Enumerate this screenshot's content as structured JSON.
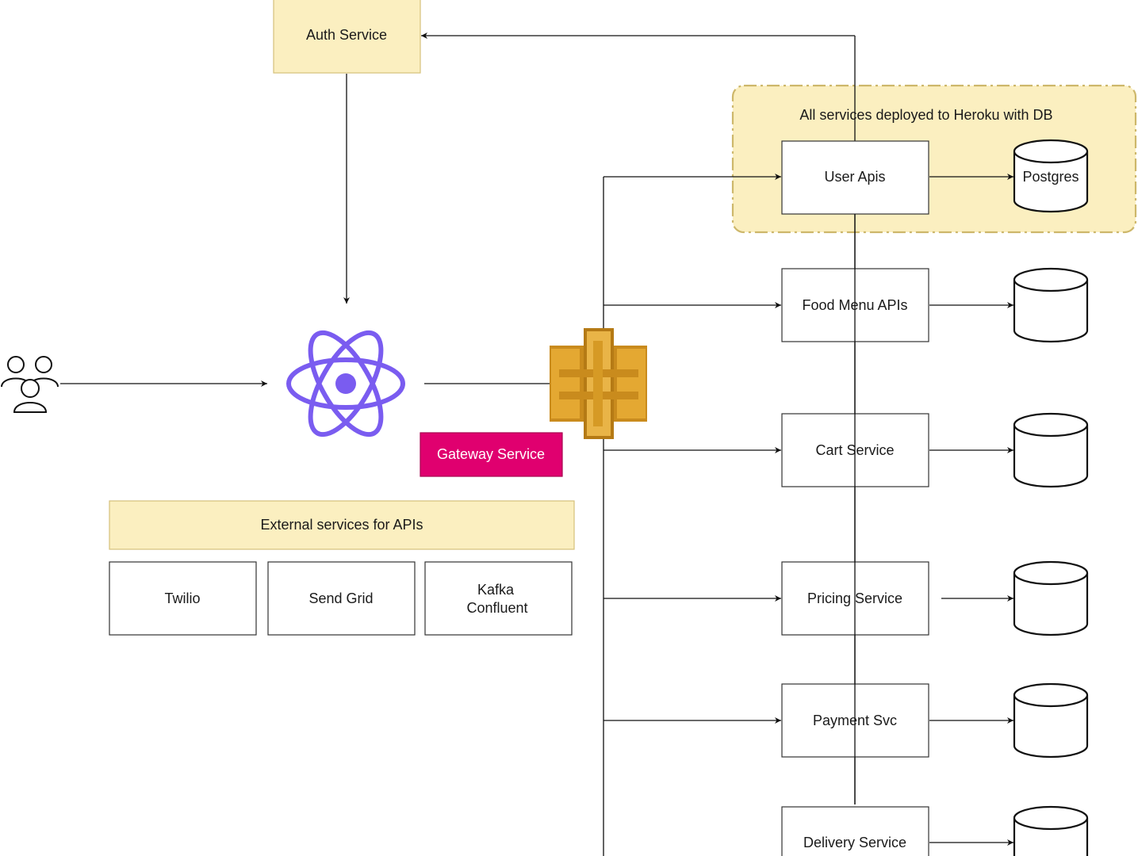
{
  "colors": {
    "yellow_fill": "#fbefc0",
    "yellow_stroke": "#d6c07a",
    "gateway_label_fill": "#e0006f",
    "react_icon": "#7a5cf0",
    "aws_gateway_icon": "#e4a832",
    "line": "#111111"
  },
  "icons": {
    "users": "users-group-icon",
    "frontend": "react-atom-icon",
    "gateway": "aws-api-gateway-icon",
    "database": "database-cylinder-icon"
  },
  "auth_service": {
    "label": "Auth Service"
  },
  "gateway": {
    "label": "Gateway Service"
  },
  "heroku_group": {
    "label": "All services deployed to Heroku with DB"
  },
  "external": {
    "title": "External services for APIs",
    "services": [
      {
        "lines": [
          "Twilio"
        ]
      },
      {
        "lines": [
          "Send Grid"
        ]
      },
      {
        "lines": [
          "Kafka",
          "Confluent"
        ]
      }
    ]
  },
  "services": [
    {
      "label": "User Apis",
      "db_label": "Postgres"
    },
    {
      "label": "Food Menu APIs",
      "db_label": ""
    },
    {
      "label": "Cart Service",
      "db_label": ""
    },
    {
      "label": "Pricing Service",
      "db_label": ""
    },
    {
      "label": "Payment Svc",
      "db_label": ""
    },
    {
      "label": "Delivery Service",
      "db_label": ""
    }
  ]
}
